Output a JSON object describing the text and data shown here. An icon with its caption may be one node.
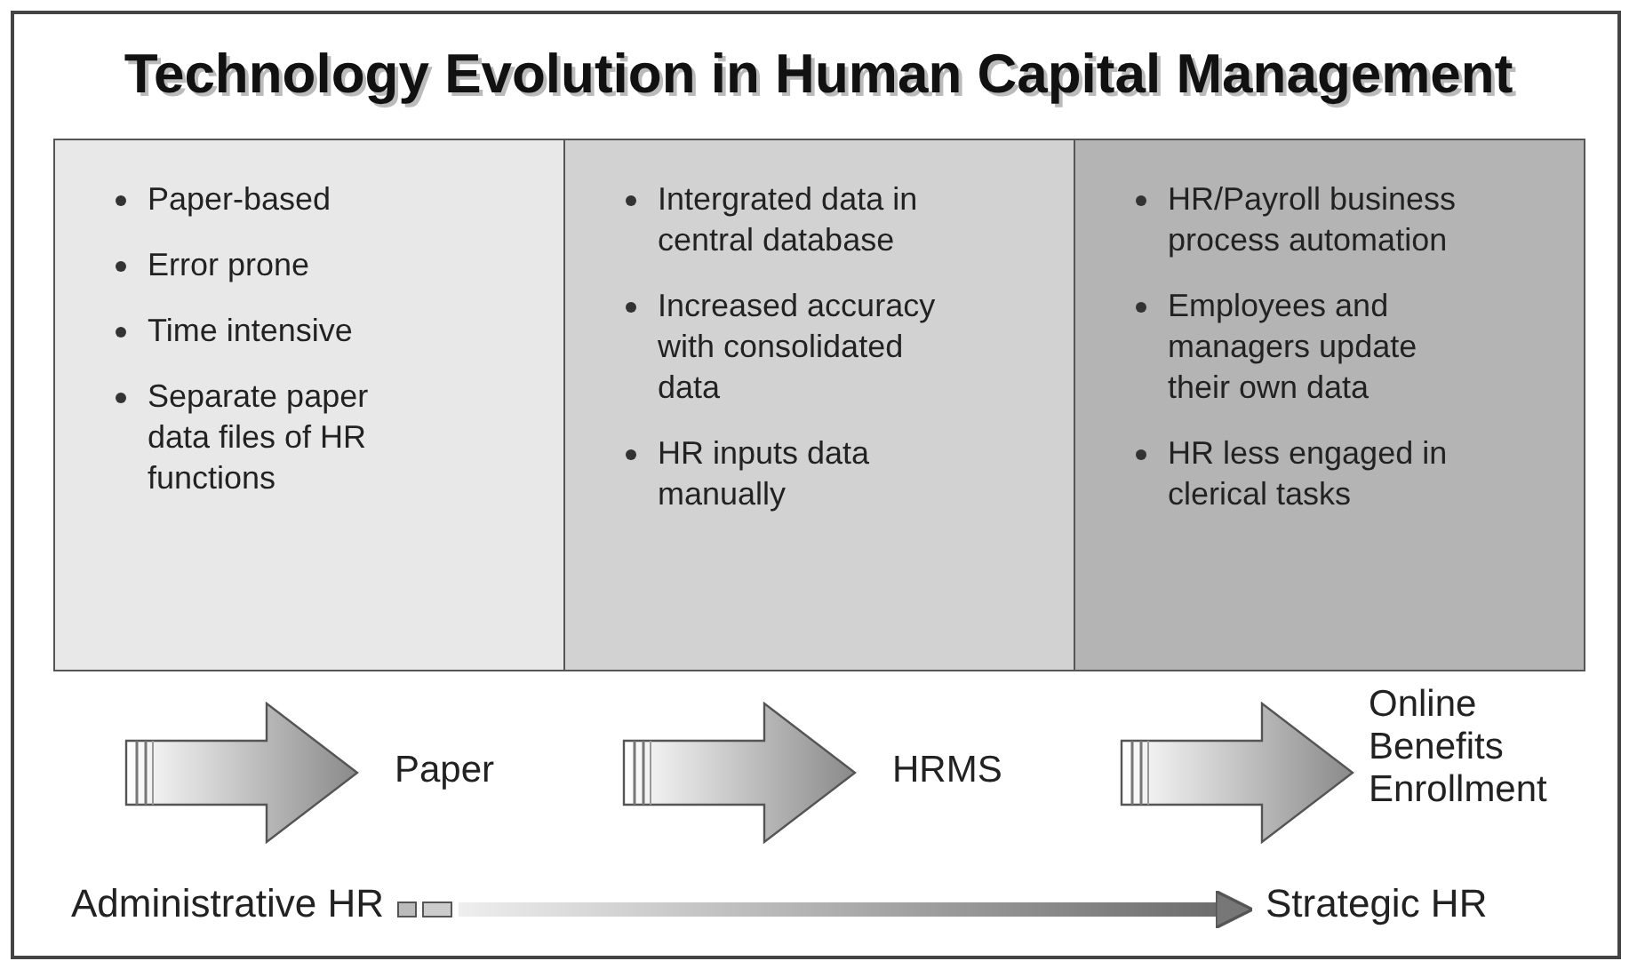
{
  "diagram": {
    "title": "Technology Evolution in Human Capital Management",
    "nodes": [
      {
        "text": [
          "Paper-based",
          "Error prone",
          "Time intensive",
          "Separate paper data files of HR functions"
        ]
      },
      {
        "text": [
          "Intergrated data in central database",
          "Increased accuracy with consolidated data",
          "HR inputs data manually"
        ]
      },
      {
        "text": [
          "HR/Payroll business process automation",
          "Employees and managers update their own data",
          "HR less engaged in clerical tasks"
        ]
      },
      {
        "text": [],
        "shape": "arrow",
        "beside": [
          "Paper"
        ]
      },
      {
        "text": [],
        "shape": "arrow",
        "beside": [
          "HRMS"
        ]
      },
      {
        "text": [],
        "shape": "arrow",
        "beside": [
          "Online Benefits Enrollment"
        ]
      },
      {
        "text": [
          "Administrative HR"
        ]
      },
      {
        "text": [
          "Strategic HR"
        ]
      }
    ],
    "edges": [
      {
        "from": 6,
        "to": 7,
        "arrow": "to"
      }
    ]
  }
}
